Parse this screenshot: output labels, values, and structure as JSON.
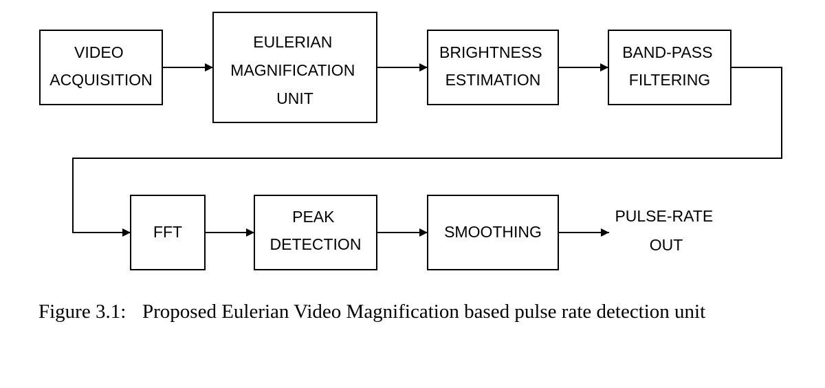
{
  "diagram": {
    "blocks": {
      "video_acquisition": [
        "VIDEO",
        "ACQUISITION"
      ],
      "eulerian_magnification_unit": [
        "EULERIAN",
        "MAGNIFICATION",
        "UNIT"
      ],
      "brightness_estimation": [
        "BRIGHTNESS",
        "ESTIMATION"
      ],
      "band_pass_filtering": [
        "BAND-PASS",
        "FILTERING"
      ],
      "fft": [
        "FFT"
      ],
      "peak_detection": [
        "PEAK",
        "DETECTION"
      ],
      "smoothing": [
        "SMOOTHING"
      ]
    },
    "output": [
      "PULSE-RATE",
      "OUT"
    ]
  },
  "caption": {
    "number": "Figure 3.1:",
    "text": "Proposed Eulerian Video Magnification based pulse rate detection unit"
  }
}
